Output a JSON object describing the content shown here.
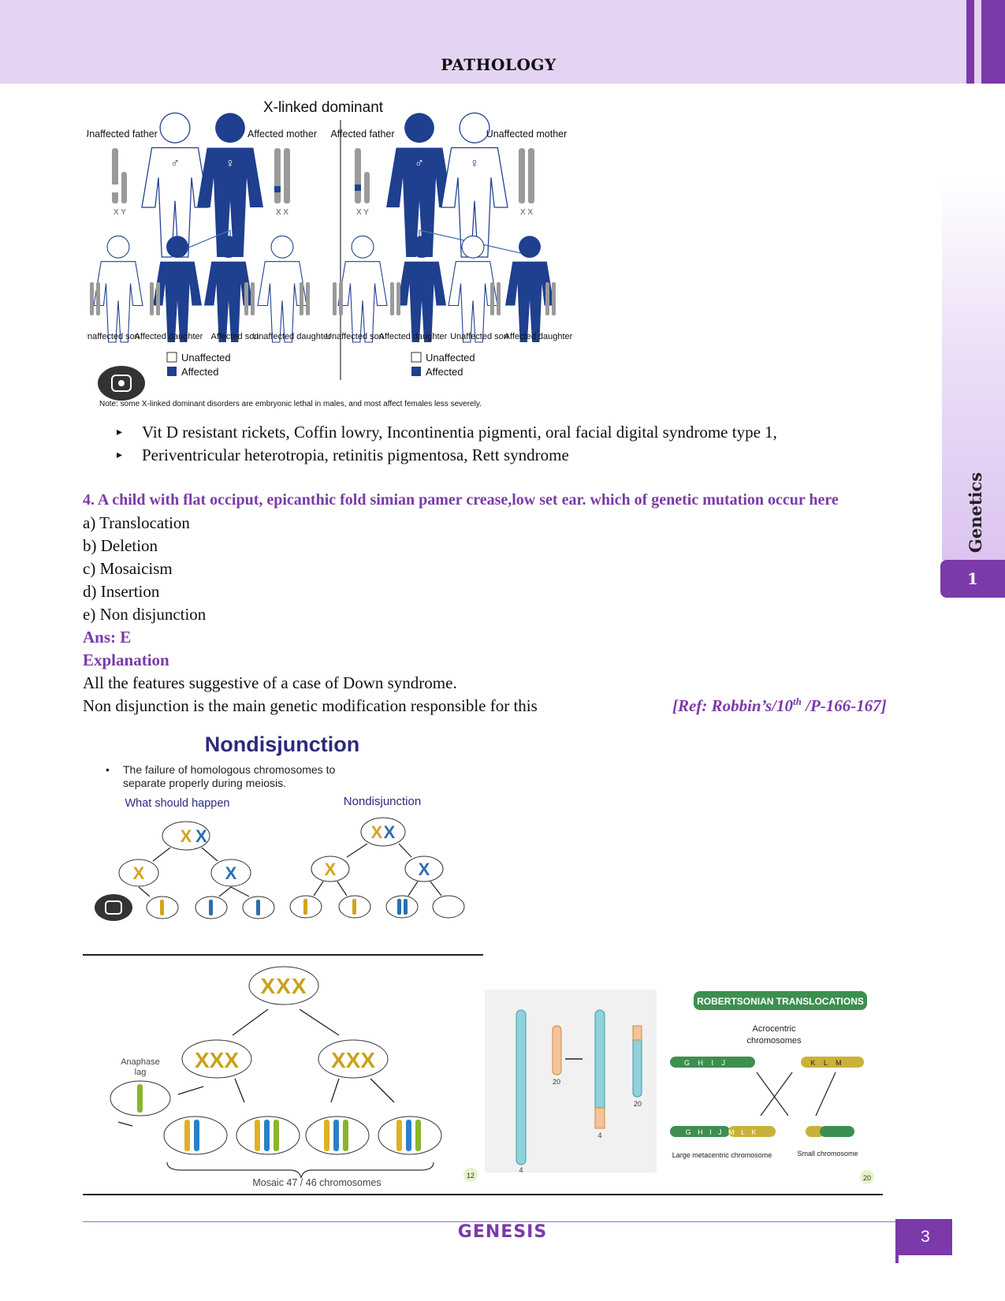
{
  "header": {
    "title": "PATHOLOGY"
  },
  "sidebar": {
    "section": "Genetics",
    "chapter": "1"
  },
  "figure1": {
    "title": "X-linked dominant",
    "left_parents": {
      "father": "Unaffected father",
      "mother": "Affected mother",
      "father_chr": "X Y",
      "mother_chr": "X X"
    },
    "right_parents": {
      "father": "Affected father",
      "mother": "Unaffected mother",
      "father_chr": "X Y",
      "mother_chr": "X X"
    },
    "left_children": [
      "Unaffected son",
      "Affected daughter",
      "Affected son",
      "Unaffected daughter"
    ],
    "right_children": [
      "Unaffected son",
      "Affected daughter",
      "Unaffected son",
      "Affected daughter"
    ],
    "legend": {
      "unaffected": "Unaffected",
      "affected": "Affected"
    },
    "note": "Note: some X-linked dominant disorders are embryonic lethal in males, and most affect females less severely.",
    "colors": {
      "affected": "#1f3f8f",
      "unaffected": "#ffffff",
      "chromosome": "#9a9a9a"
    }
  },
  "bullets": [
    "Vit D resistant rickets, Coffin lowry, Incontinentia pigmenti, oral facial digital syndrome type 1,",
    "Periventricular heterotropia, retinitis pigmentosa, Rett syndrome"
  ],
  "question": {
    "text": "4. A child with flat occiput, epicanthic fold simian pamer crease,low set ear. which of genetic mutation occur here",
    "options": [
      "a) Translocation",
      "b) Deletion",
      "c) Mosaicism",
      "d) Insertion",
      "e) Non disjunction"
    ],
    "answer": "Ans: E",
    "explanation_heading": "Explanation",
    "explanation": [
      "All the features suggestive of a case of Down syndrome.",
      "Non disjunction is the main genetic modification responsible for this"
    ],
    "ref_prefix": "[Ref: Robbin’s/10",
    "ref_sup": "th",
    "ref_suffix": " /P-166-167]"
  },
  "figure2": {
    "title": "Nondisjunction",
    "bullet": "The failure of homologous chromosomes to separate properly during meiosis.",
    "left_label": "What should happen",
    "right_label": "Nondisjunction"
  },
  "figure3": {
    "anaphase_label": "Anaphase lag",
    "caption": "Mosaic 47 / 46 chromosomes",
    "slide_number": "12"
  },
  "figure4": {
    "label_4a": "4",
    "label_20a": "20",
    "label_4b": "4",
    "label_20b": "20"
  },
  "figure5": {
    "title": "ROBERTSONIAN TRANSLOCATIONS",
    "subtitle": "Acrocentric chromosomes",
    "left_letters": "G H I J",
    "right_letters": "K L M",
    "fused_letters": "G H I J M L K",
    "large_label": "Large metacentric chromosome",
    "small_label": "Small chromosome",
    "slide_number": "20"
  },
  "footer": {
    "brand": "GENESIS",
    "page": "3"
  }
}
